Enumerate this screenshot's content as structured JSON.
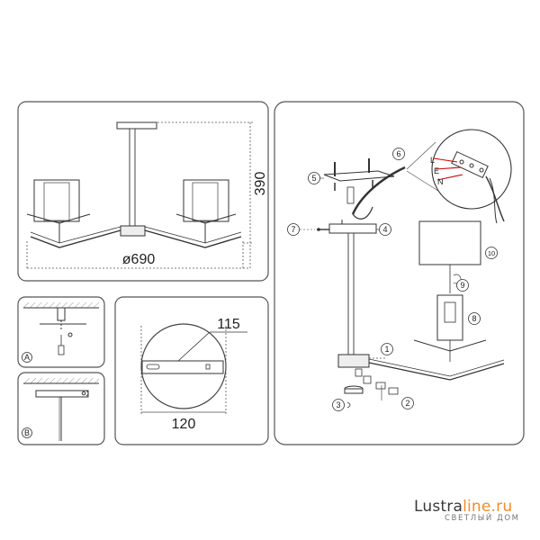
{
  "diagram": {
    "dims": {
      "height": "390",
      "diameter": "ø690",
      "canopy_width": "120",
      "canopy_bar": "115"
    },
    "panel_labels": {
      "a": "A",
      "b": "B"
    },
    "callouts": [
      "1",
      "2",
      "3",
      "4",
      "5",
      "6",
      "7",
      "8",
      "9",
      "10"
    ],
    "wire_labels": {
      "l": "L",
      "e": "E",
      "n": "N"
    }
  },
  "watermark": {
    "brand_part1": "Lustra",
    "brand_part2": "line.ru",
    "tagline": "СВЕТЛЫЙ ДОМ",
    "accent_color": "#f28c28"
  }
}
